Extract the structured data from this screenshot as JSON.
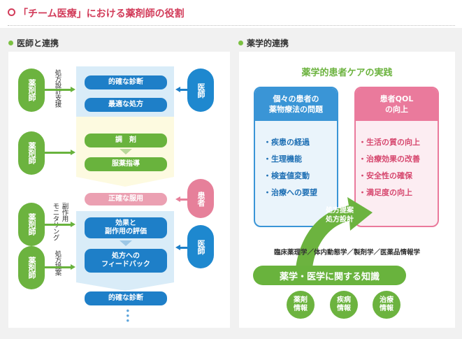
{
  "title": "「チーム医療」における薬剤師の役割",
  "left": {
    "heading": "医師と連携",
    "circles": {
      "pharm1": "薬剤師",
      "pharm2": "薬剤師",
      "pharm3": "薬剤師",
      "pharm4": "薬剤師",
      "doctor1": "医師",
      "patient": "患者",
      "doctor2": "医師"
    },
    "side_labels": {
      "prescription_support": "処方設計支援",
      "side_effect": "副作用",
      "monitoring": "モニタリング",
      "proposal": "処方提案"
    },
    "pills": {
      "accurate_diagnosis": "的確な診断",
      "optimal_prescription": "最適な処方",
      "dispensing": "調　剤",
      "medication_guidance": "服薬指導",
      "correct_medication": "正確な服用",
      "evaluation": "効果と\n副作用の評価",
      "feedback": "処方への\nフィードバック",
      "accurate_diagnosis2": "的確な診断"
    }
  },
  "right": {
    "heading": "薬学的連携",
    "subtitle": "薬学的患者ケアの実践",
    "box_left": {
      "title": "個々の患者の\n薬物療法の問題",
      "items": [
        "疾患の経過",
        "生理機能",
        "検査値変動",
        "治療への要望"
      ]
    },
    "box_right": {
      "title": "患者QOL\nの向上",
      "items": [
        "生活の質の向上",
        "治療効果の改善",
        "安全性の確保",
        "満足度の向上"
      ]
    },
    "arrow_label": "処方提案\n処方設計",
    "disciplines": "臨床薬理学／体内動態学／製剤学／医薬品情報学",
    "knowledge": "薬学・医学に関する知識",
    "info": [
      "薬剤\n情報",
      "疾病\n情報",
      "治療\n情報"
    ]
  }
}
